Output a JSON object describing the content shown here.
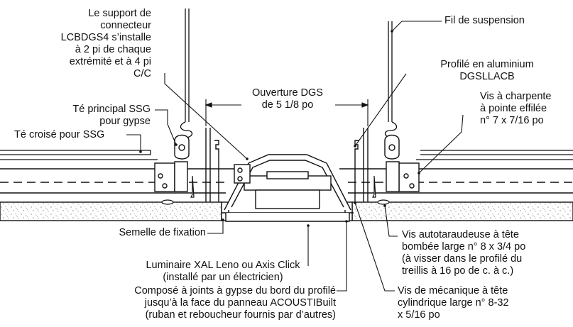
{
  "labels": {
    "support_connecteur": [
      "Le support de",
      "connecteur",
      "LCBDGS4 s’installe",
      "à 2 pi de chaque",
      "extrémité et à 4 pi",
      "C/C"
    ],
    "te_principal": [
      "Té principal SSG",
      "pour gypse"
    ],
    "te_croise": [
      "Té croisé pour SSG"
    ],
    "ouverture": [
      "Ouverture DGS",
      "de 5 1/8 po"
    ],
    "fil_suspension": [
      "Fil de suspension"
    ],
    "profile_aluminium": [
      "Profilé en aluminium",
      "DGSLLACB"
    ],
    "vis_charpente": [
      "Vis à charpente",
      "à pointe effilée",
      "n° 7 x 7/16 po"
    ],
    "semelle": [
      "Semelle de fixation"
    ],
    "luminaire": [
      "Luminaire XAL Leno ou Axis Click",
      "(installé par un électricien)"
    ],
    "compose_joints": [
      "Composé à joints à gypse du bord du profilé",
      "jusqu’à la face du panneau ACOUSTIBuilt",
      "(ruban et reboucheur fournis par d’autres)"
    ],
    "vis_autotaraudeuse": [
      "Vis autotaraudeuse à tête",
      "bombée large n° 8 x 3/4 po",
      "(à visser dans le profilé du",
      "treillis à 16 po de c. à c.)"
    ],
    "vis_mecanique": [
      "Vis de mécanique à tête",
      "cylindrique large n° 8-32",
      "x 5/16 po"
    ]
  }
}
